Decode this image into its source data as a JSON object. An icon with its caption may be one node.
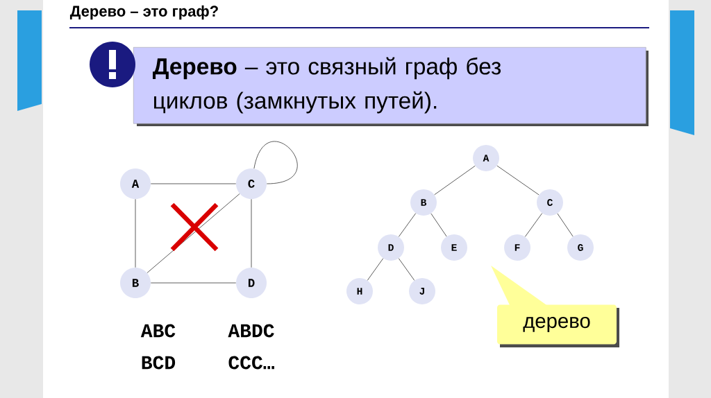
{
  "diagram": {
    "title": "Дерево – это граф?",
    "nodes": [
      {
        "text": [
          "**Дерево** – это связный граф без циклов (замкнутых путей)."
        ]
      },
      {
        "text": [
          "A"
        ]
      },
      {
        "text": [
          "C"
        ]
      },
      {
        "text": [
          "B"
        ]
      },
      {
        "text": [
          "D"
        ]
      },
      {
        "text": [
          "A"
        ]
      },
      {
        "text": [
          "B"
        ]
      },
      {
        "text": [
          "C"
        ]
      },
      {
        "text": [
          "D"
        ]
      },
      {
        "text": [
          "E"
        ]
      },
      {
        "text": [
          "F"
        ]
      },
      {
        "text": [
          "G"
        ]
      },
      {
        "text": [
          "H"
        ]
      },
      {
        "text": [
          "J"
        ]
      },
      {
        "text": [
          "дерево"
        ]
      }
    ],
    "edges": [
      {
        "from": 1,
        "to": 2,
        "arrow": "none"
      },
      {
        "from": 1,
        "to": 3,
        "arrow": "none"
      },
      {
        "from": 2,
        "to": 2,
        "arrow": "none"
      },
      {
        "from": 2,
        "to": 4,
        "arrow": "none"
      },
      {
        "from": 3,
        "to": 2,
        "arrow": "none"
      },
      {
        "from": 3,
        "to": 4,
        "arrow": "none"
      },
      {
        "from": 5,
        "to": 6,
        "arrow": "none"
      },
      {
        "from": 5,
        "to": 7,
        "arrow": "none"
      },
      {
        "from": 6,
        "to": 8,
        "arrow": "none"
      },
      {
        "from": 6,
        "to": 9,
        "arrow": "none"
      },
      {
        "from": 7,
        "to": 10,
        "arrow": "none"
      },
      {
        "from": 7,
        "to": 11,
        "arrow": "none"
      },
      {
        "from": 8,
        "to": 12,
        "arrow": "none"
      },
      {
        "from": 8,
        "to": 13,
        "arrow": "none"
      }
    ],
    "labels": [
      "ABC",
      "ABDC",
      "BCD",
      "CCC…"
    ]
  }
}
